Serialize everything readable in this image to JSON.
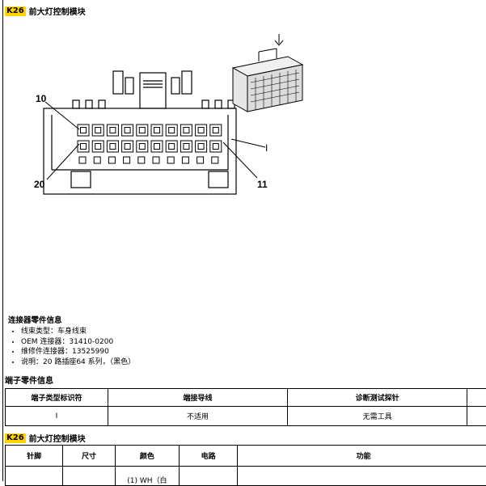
{
  "header": {
    "code": "K26",
    "title": "前大灯控制模块"
  },
  "diagram": {
    "pin_label_top_left": "10",
    "pin_label_bottom_left": "20",
    "pin_label_bottom_right": "11",
    "pin_label_right": "I"
  },
  "connector_info": {
    "title": "连接器零件信息",
    "items": [
      "线束类型：车身线束",
      "OEM 连接器：31410-0200",
      "维修件连接器：13525990",
      "说明：20 路插座64 系列，（黑色）"
    ]
  },
  "terminal_info": {
    "title": "端子零件信息",
    "headers": [
      "端子类型标识符",
      "端接导线",
      "诊断测试探针"
    ],
    "row": [
      "I",
      "不适用",
      "无需工具"
    ]
  },
  "pin_table": {
    "code": "K26",
    "title": "前大灯控制模块",
    "headers": [
      "针脚",
      "尺寸",
      "颜色",
      "电路",
      "功能"
    ],
    "first_row_color": "(1) WH（白"
  }
}
